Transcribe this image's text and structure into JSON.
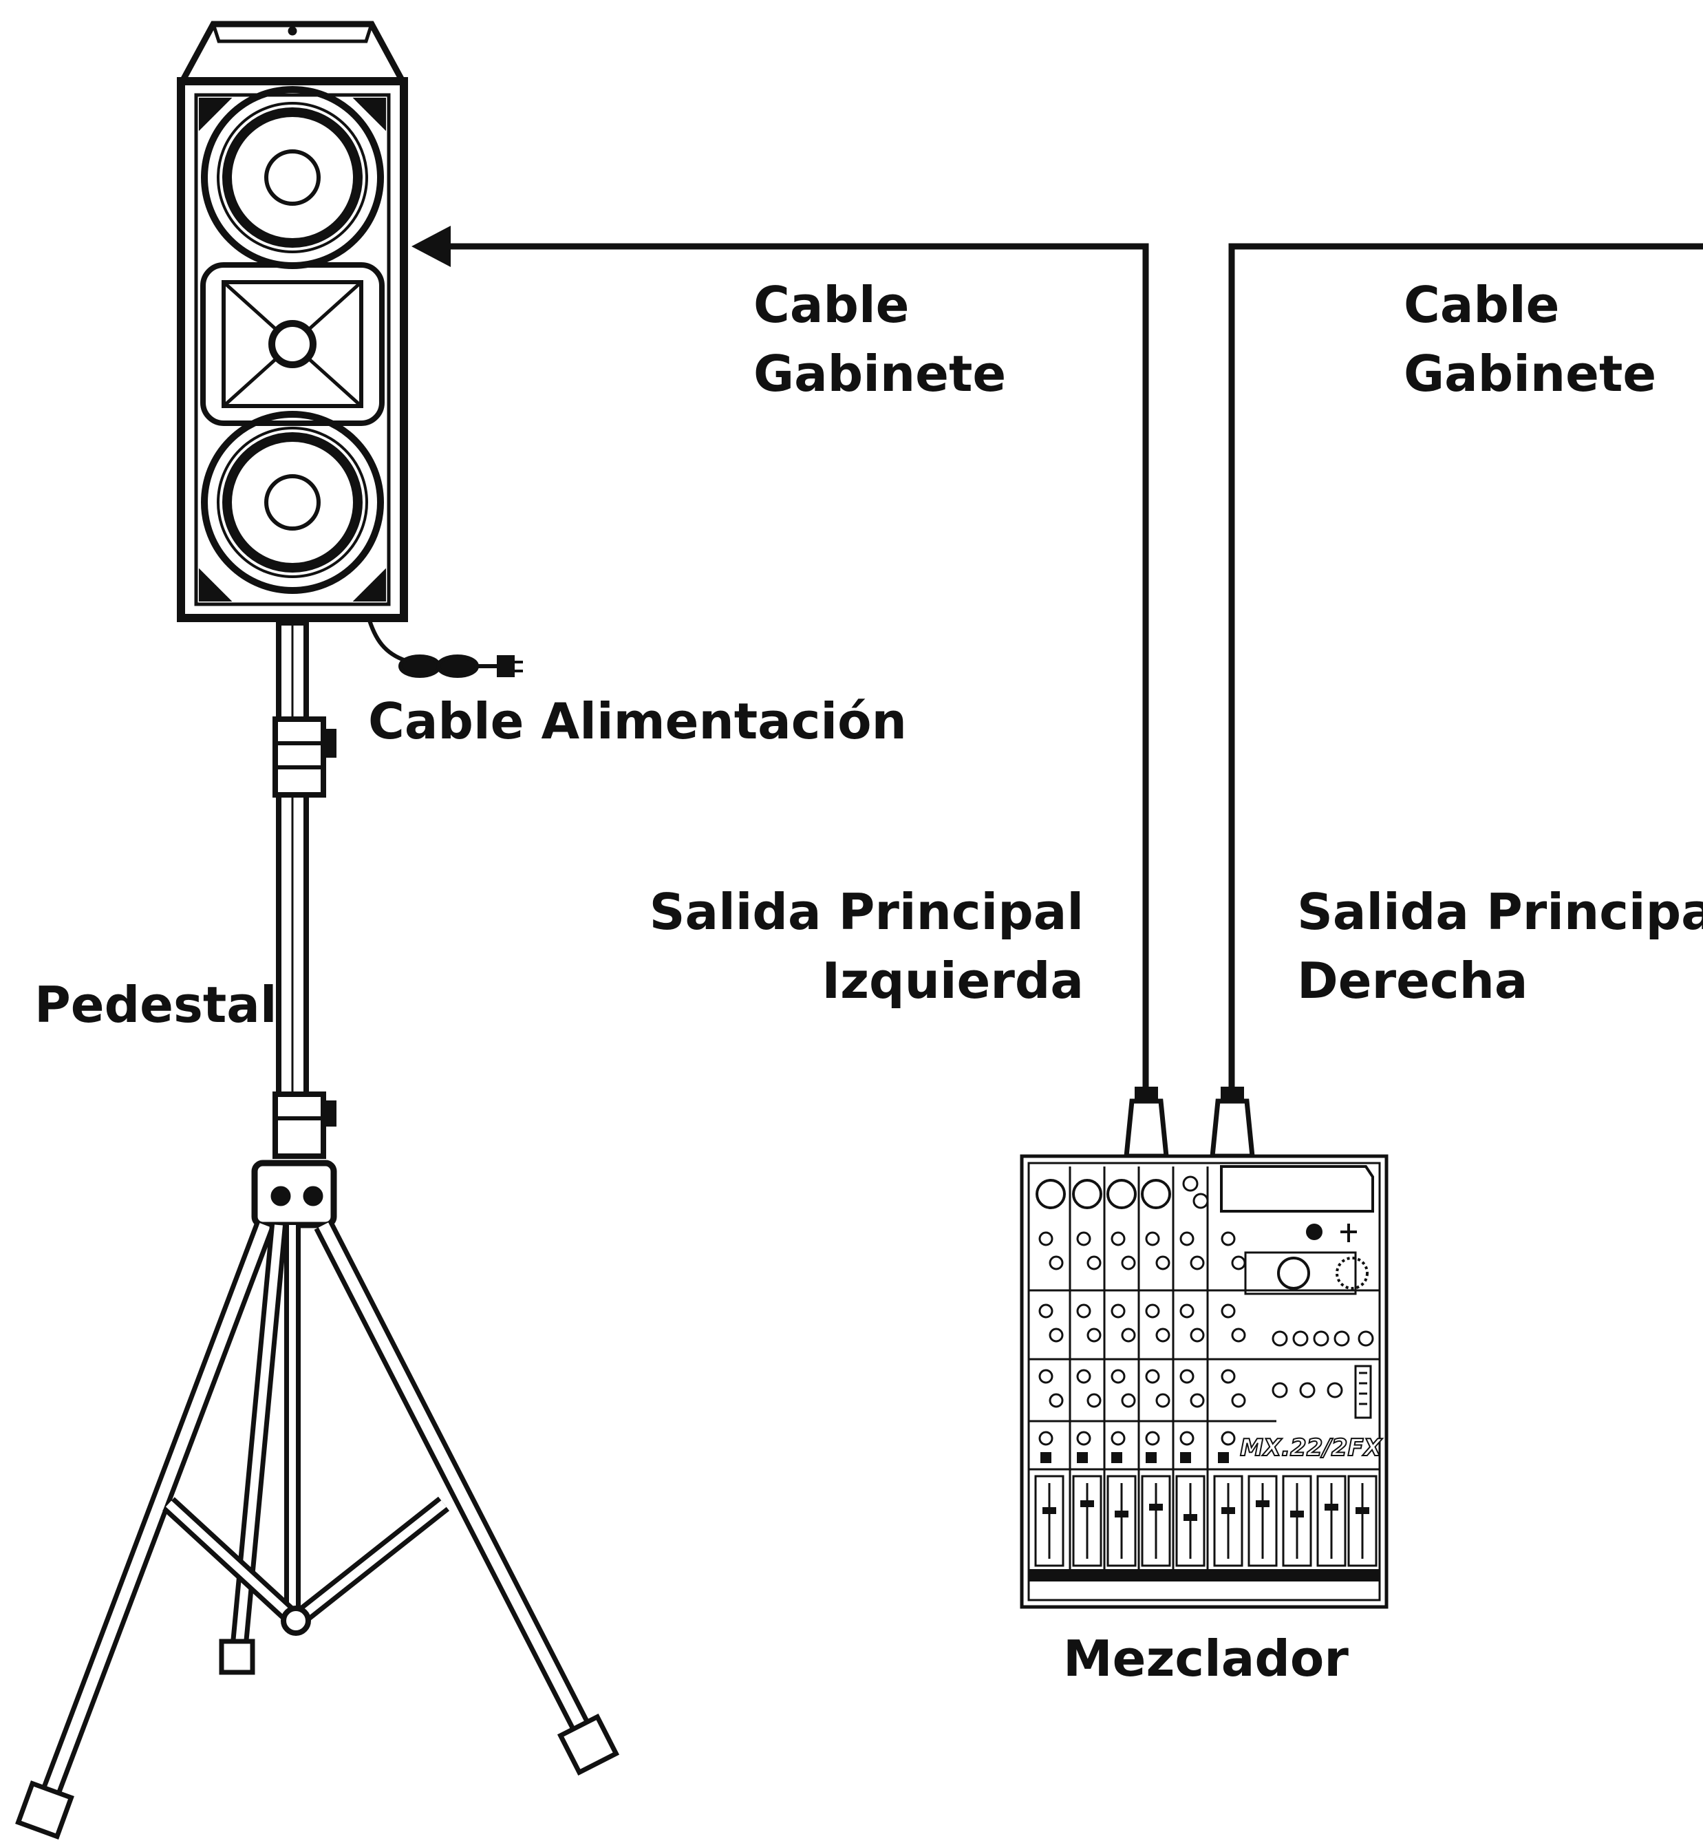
{
  "labels": {
    "cable_left_1": "Cable",
    "cable_left_2": "Gabinete",
    "cable_right_1": "Cable",
    "cable_right_2": "Gabinete",
    "power_cable": "Cable Alimentación",
    "out_left_1": "Salida Principal",
    "out_left_2": "Izquierda",
    "out_right_1": "Salida Principal",
    "out_right_2": "Derecha",
    "stand": "Pedestal",
    "mixer": "Mezclador",
    "mixer_model": "MX.22/2FX"
  },
  "colors": {
    "ink": "#111111",
    "background": "#ffffff"
  }
}
